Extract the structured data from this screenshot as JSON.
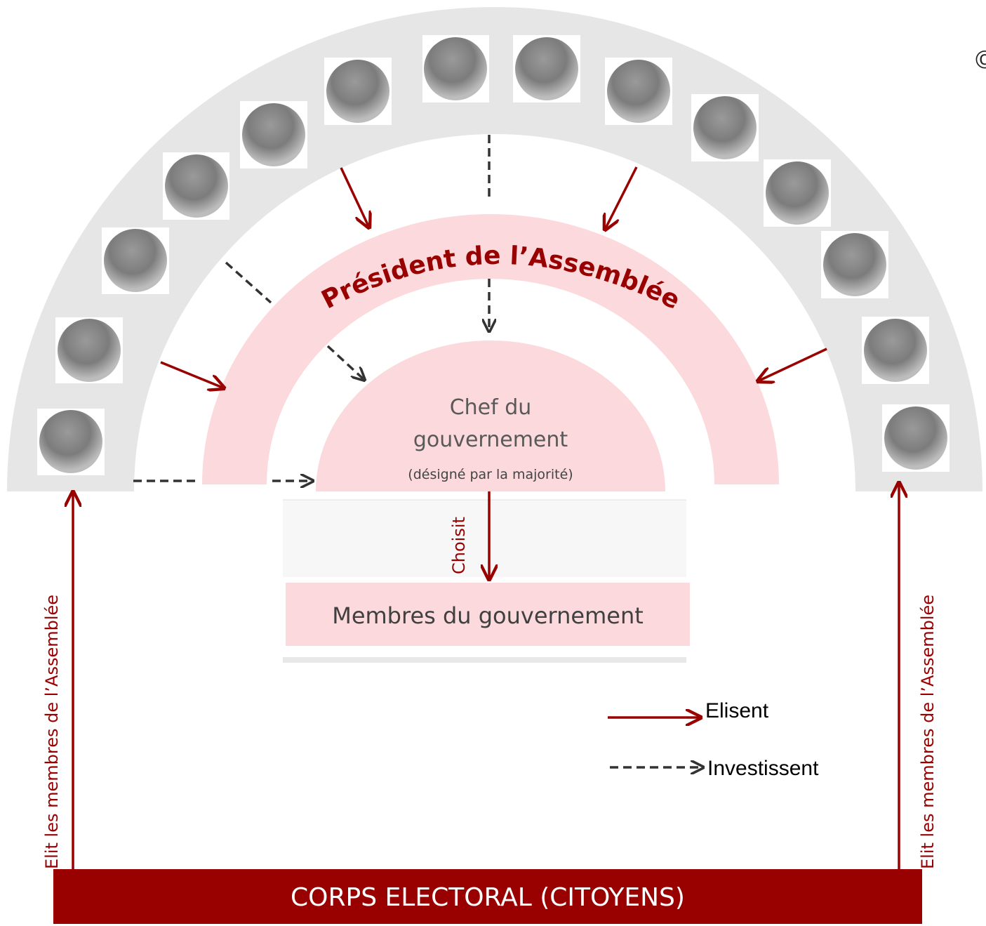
{
  "president_label": "Président de l’Assemblée",
  "chef": {
    "line1": "Chef du",
    "line2": "gouvernement",
    "note": "(désigné par la majorité)"
  },
  "choisit_label": "Choisit",
  "membres_label": "Membres du gouvernement",
  "left_side_label": "Elit les membres de l’Assemblée",
  "right_side_label": "Elit les membres de l’Assemblée",
  "corps_label": "CORPS ELECTORAL (CITOYENS)",
  "legend": {
    "elisent": "Elisent",
    "investissent": "Investissent"
  },
  "corner_mark": "©",
  "colors": {
    "dark_red": "#990000",
    "pink": "#fcd9dc",
    "gray_arc": "#e6e6e6",
    "dashed": "#333333"
  }
}
